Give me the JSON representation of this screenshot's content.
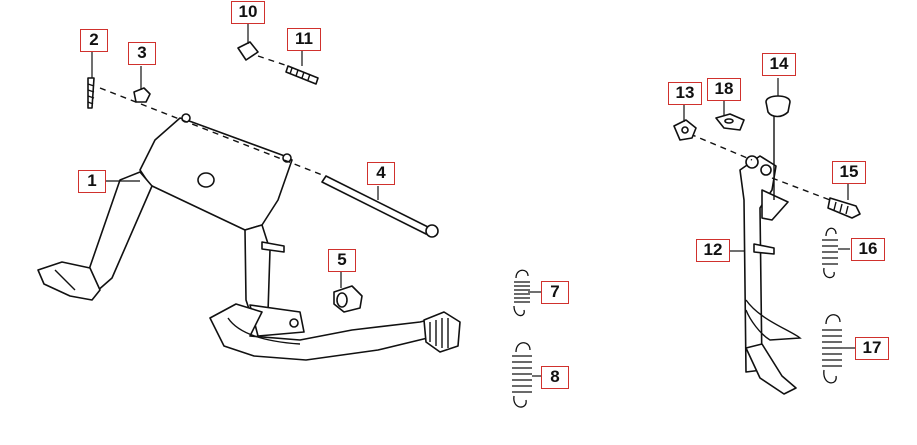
{
  "callouts": [
    {
      "id": "1",
      "label": "1"
    },
    {
      "id": "2",
      "label": "2"
    },
    {
      "id": "3",
      "label": "3"
    },
    {
      "id": "4",
      "label": "4"
    },
    {
      "id": "5",
      "label": "5"
    },
    {
      "id": "7",
      "label": "7"
    },
    {
      "id": "8",
      "label": "8"
    },
    {
      "id": "10",
      "label": "10"
    },
    {
      "id": "11",
      "label": "11"
    },
    {
      "id": "12",
      "label": "12"
    },
    {
      "id": "13",
      "label": "13"
    },
    {
      "id": "14",
      "label": "14"
    },
    {
      "id": "15",
      "label": "15"
    },
    {
      "id": "16",
      "label": "16"
    },
    {
      "id": "17",
      "label": "17"
    },
    {
      "id": "18",
      "label": "18"
    }
  ],
  "colors": {
    "callout_border": "#d0312d",
    "line": "#111111",
    "background": "#ffffff"
  }
}
